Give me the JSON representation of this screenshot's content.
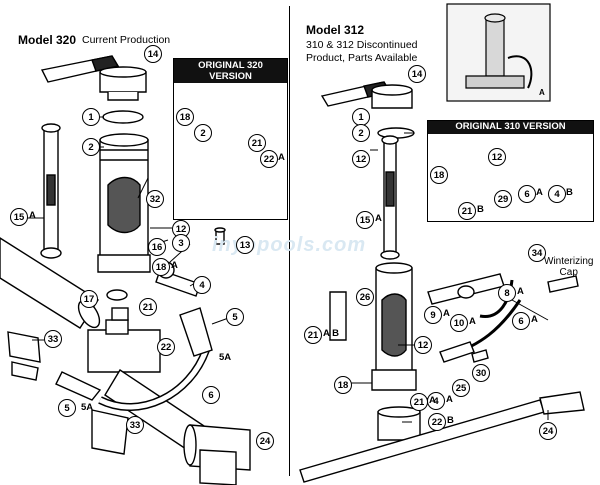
{
  "left": {
    "title": "Model 320",
    "subtitle": "Current Production",
    "inset_title_line1": "ORIGINAL 320",
    "inset_title_line2": "VERSION"
  },
  "right": {
    "title": "Model 312",
    "subtitle_line1": "310 & 312  Discontinued",
    "subtitle_line2": "Product, Parts Available",
    "inset_title": "ORIGINAL 310 VERSION",
    "photo_label": "A",
    "winterizing_line1": "Winterizing",
    "winterizing_line2": "Cap"
  },
  "watermark": "inyopools.com",
  "callouts_left": [
    "14",
    "1",
    "2",
    "12",
    "32",
    "15",
    "16",
    "3",
    "18",
    "4",
    "17",
    "21",
    "22",
    "5",
    "33",
    "33",
    "6",
    "5",
    "24",
    "13",
    "18",
    "2",
    "21",
    "22"
  ],
  "callouts_right": [
    "14",
    "1",
    "2",
    "12",
    "15",
    "18",
    "29",
    "6",
    "4",
    "21",
    "34",
    "8",
    "26",
    "9",
    "10",
    "6",
    "21",
    "12",
    "30",
    "18",
    "25",
    "4",
    "21",
    "22",
    "24"
  ],
  "suffixes": {
    "l15": "A",
    "l18": "A",
    "l5b": "A",
    "l22i": "A",
    "r15": "A",
    "r6a": "A",
    "r4b": "B",
    "r21b": "B",
    "r8": "A",
    "r9": "A",
    "r10": "A",
    "r6": "A",
    "r21ab": "A B",
    "r4a": "A",
    "r21a": "A",
    "r22": "B"
  }
}
